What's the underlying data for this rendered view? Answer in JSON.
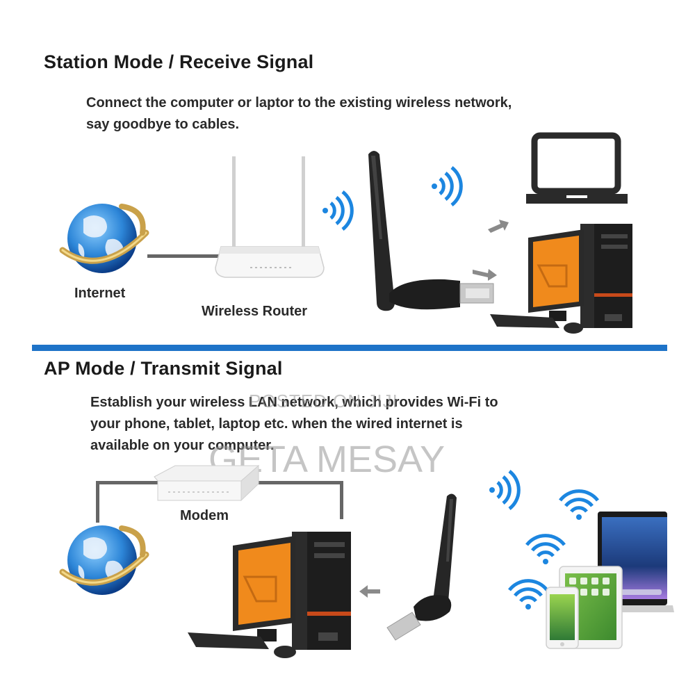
{
  "station": {
    "title": "Station Mode / Receive Signal",
    "description_lines": [
      "Connect the computer or laptor to the existing wireless network,",
      "say goodbye to cables."
    ],
    "labels": {
      "internet": "Internet",
      "router": "Wireless Router"
    }
  },
  "ap": {
    "title": "AP Mode / Transmit Signal",
    "description_lines": [
      "Establish your wireless LAN network, which provides Wi-Fi to",
      "your phone, tablet, laptop etc. when the wired internet is",
      "available on your computer."
    ],
    "labels": {
      "modem": "Modem"
    }
  },
  "watermark": {
    "line1": "POSTED ON JIJI",
    "line2": "GETA MESAY"
  },
  "colors": {
    "accent_blue": "#1e73c8",
    "wifi_blue": "#1c86e0",
    "monitor_orange": "#f08a1c"
  },
  "icons": [
    "globe-icon",
    "router-icon",
    "wifi-adapter-icon",
    "wifi-signal-icon",
    "laptop-icon",
    "desktop-computer-icon",
    "modem-icon",
    "tablet-icon",
    "phone-icon"
  ]
}
